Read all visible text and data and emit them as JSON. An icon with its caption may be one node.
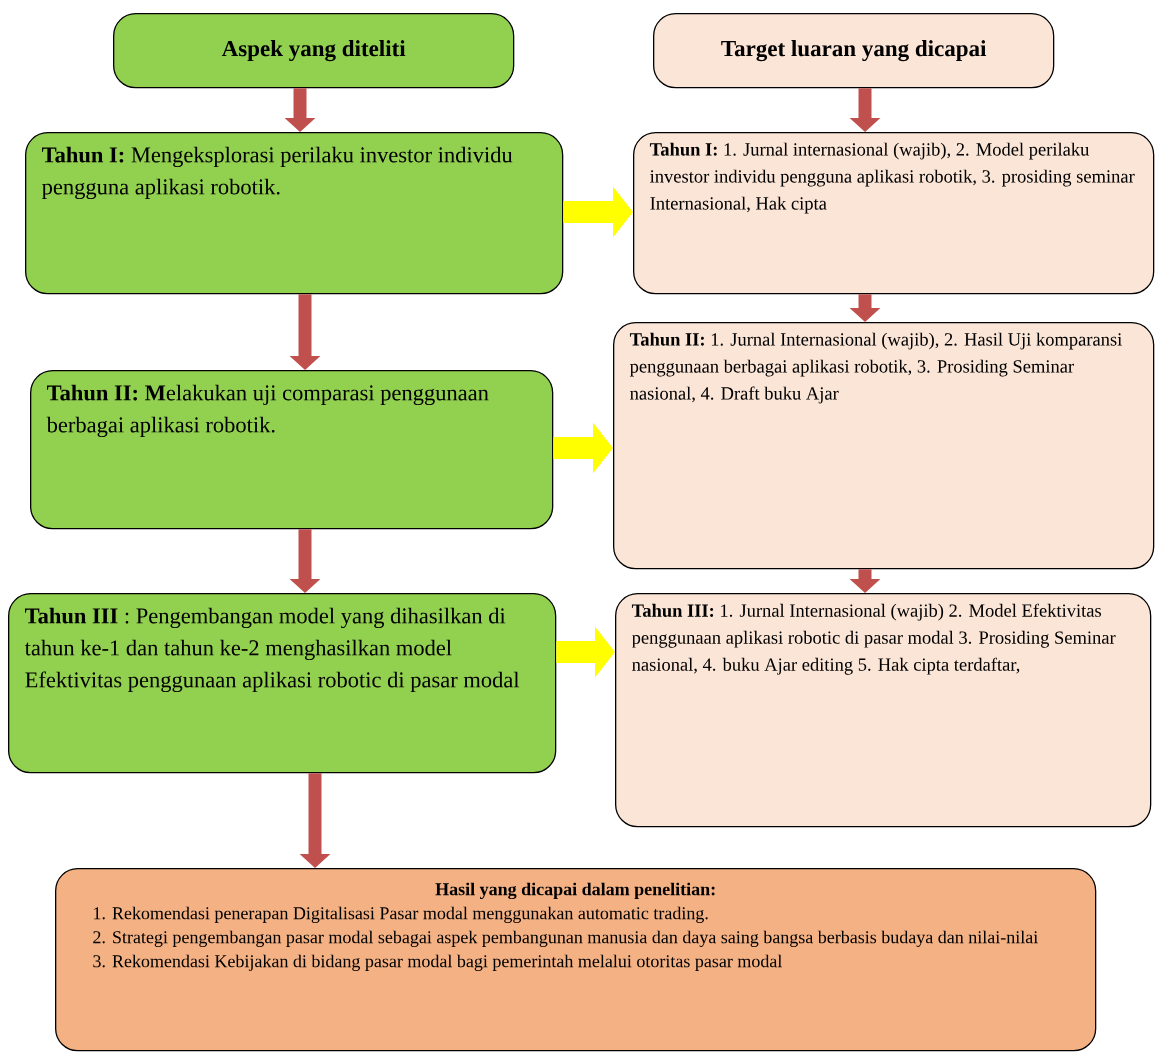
{
  "diagram": {
    "nodes": [
      {
        "text": [
          "Aspek yang diteliti"
        ]
      },
      {
        "text": [
          "Target luaran yang dicapai"
        ]
      },
      {
        "text": [
          "**Tahun I:** Mengeksplorasi perilaku investor individu pengguna aplikasi robotik."
        ]
      },
      {
        "text": [
          "**Tahun I:** 1. Jurnal internasional (wajib), 2. Model perilaku investor individu pengguna aplikasi robotik, 3. prosiding seminar Internasional, Hak cipta"
        ]
      },
      {
        "text": [
          "**Tahun II: M**elakukan uji comparasi penggunaan berbagai aplikasi robotik."
        ]
      },
      {
        "text": [
          "**Tahun II:** 1. Jurnal Internasional (wajib), 2. Hasil Uji komparansi penggunaan berbagai aplikasi robotik, 3. Prosiding Seminar nasional, 4. Draft buku Ajar"
        ]
      },
      {
        "text": [
          "**Tahun III** : Pengembangan model yang dihasilkan di tahun ke-1 dan tahun ke-2 menghasilkan model Efektivitas penggunaan aplikasi robotic di pasar modal"
        ]
      },
      {
        "text": [
          "**Tahun III:** 1. Jurnal Internasional (wajib) 2. Model Efektivitas penggunaan aplikasi robotic di pasar modal 3. Prosiding Seminar nasional, 4. buku Ajar editing 5. Hak cipta terdaftar,"
        ]
      },
      {
        "text": [
          "Hasil yang dicapai dalam penelitian:",
          "1. Rekomendasi penerapan Digitalisasi Pasar modal menggunakan automatic trading.",
          "2. Strategi pengembangan pasar modal sebagai aspek pembangunan manusia dan daya saing bangsa berbasis budaya dan nilai-nilai",
          "3. Rekomendasi Kebijakan di bidang pasar modal bagi pemerintah melalui otoritas pasar modal"
        ]
      }
    ],
    "edges": [
      {
        "from": 0,
        "to": 2,
        "arrow": "to"
      },
      {
        "from": 1,
        "to": 3,
        "arrow": "to"
      },
      {
        "from": 2,
        "to": 3,
        "arrow": "to",
        "color": "#ffff00"
      },
      {
        "from": 2,
        "to": 4,
        "arrow": "to"
      },
      {
        "from": 3,
        "to": 5,
        "arrow": "to"
      },
      {
        "from": 4,
        "to": 5,
        "arrow": "to",
        "color": "#ffff00"
      },
      {
        "from": 4,
        "to": 6,
        "arrow": "to"
      },
      {
        "from": 5,
        "to": 7,
        "arrow": "to"
      },
      {
        "from": 6,
        "to": 7,
        "arrow": "to",
        "color": "#ffff00"
      },
      {
        "from": 6,
        "to": 8,
        "arrow": "to"
      }
    ]
  }
}
